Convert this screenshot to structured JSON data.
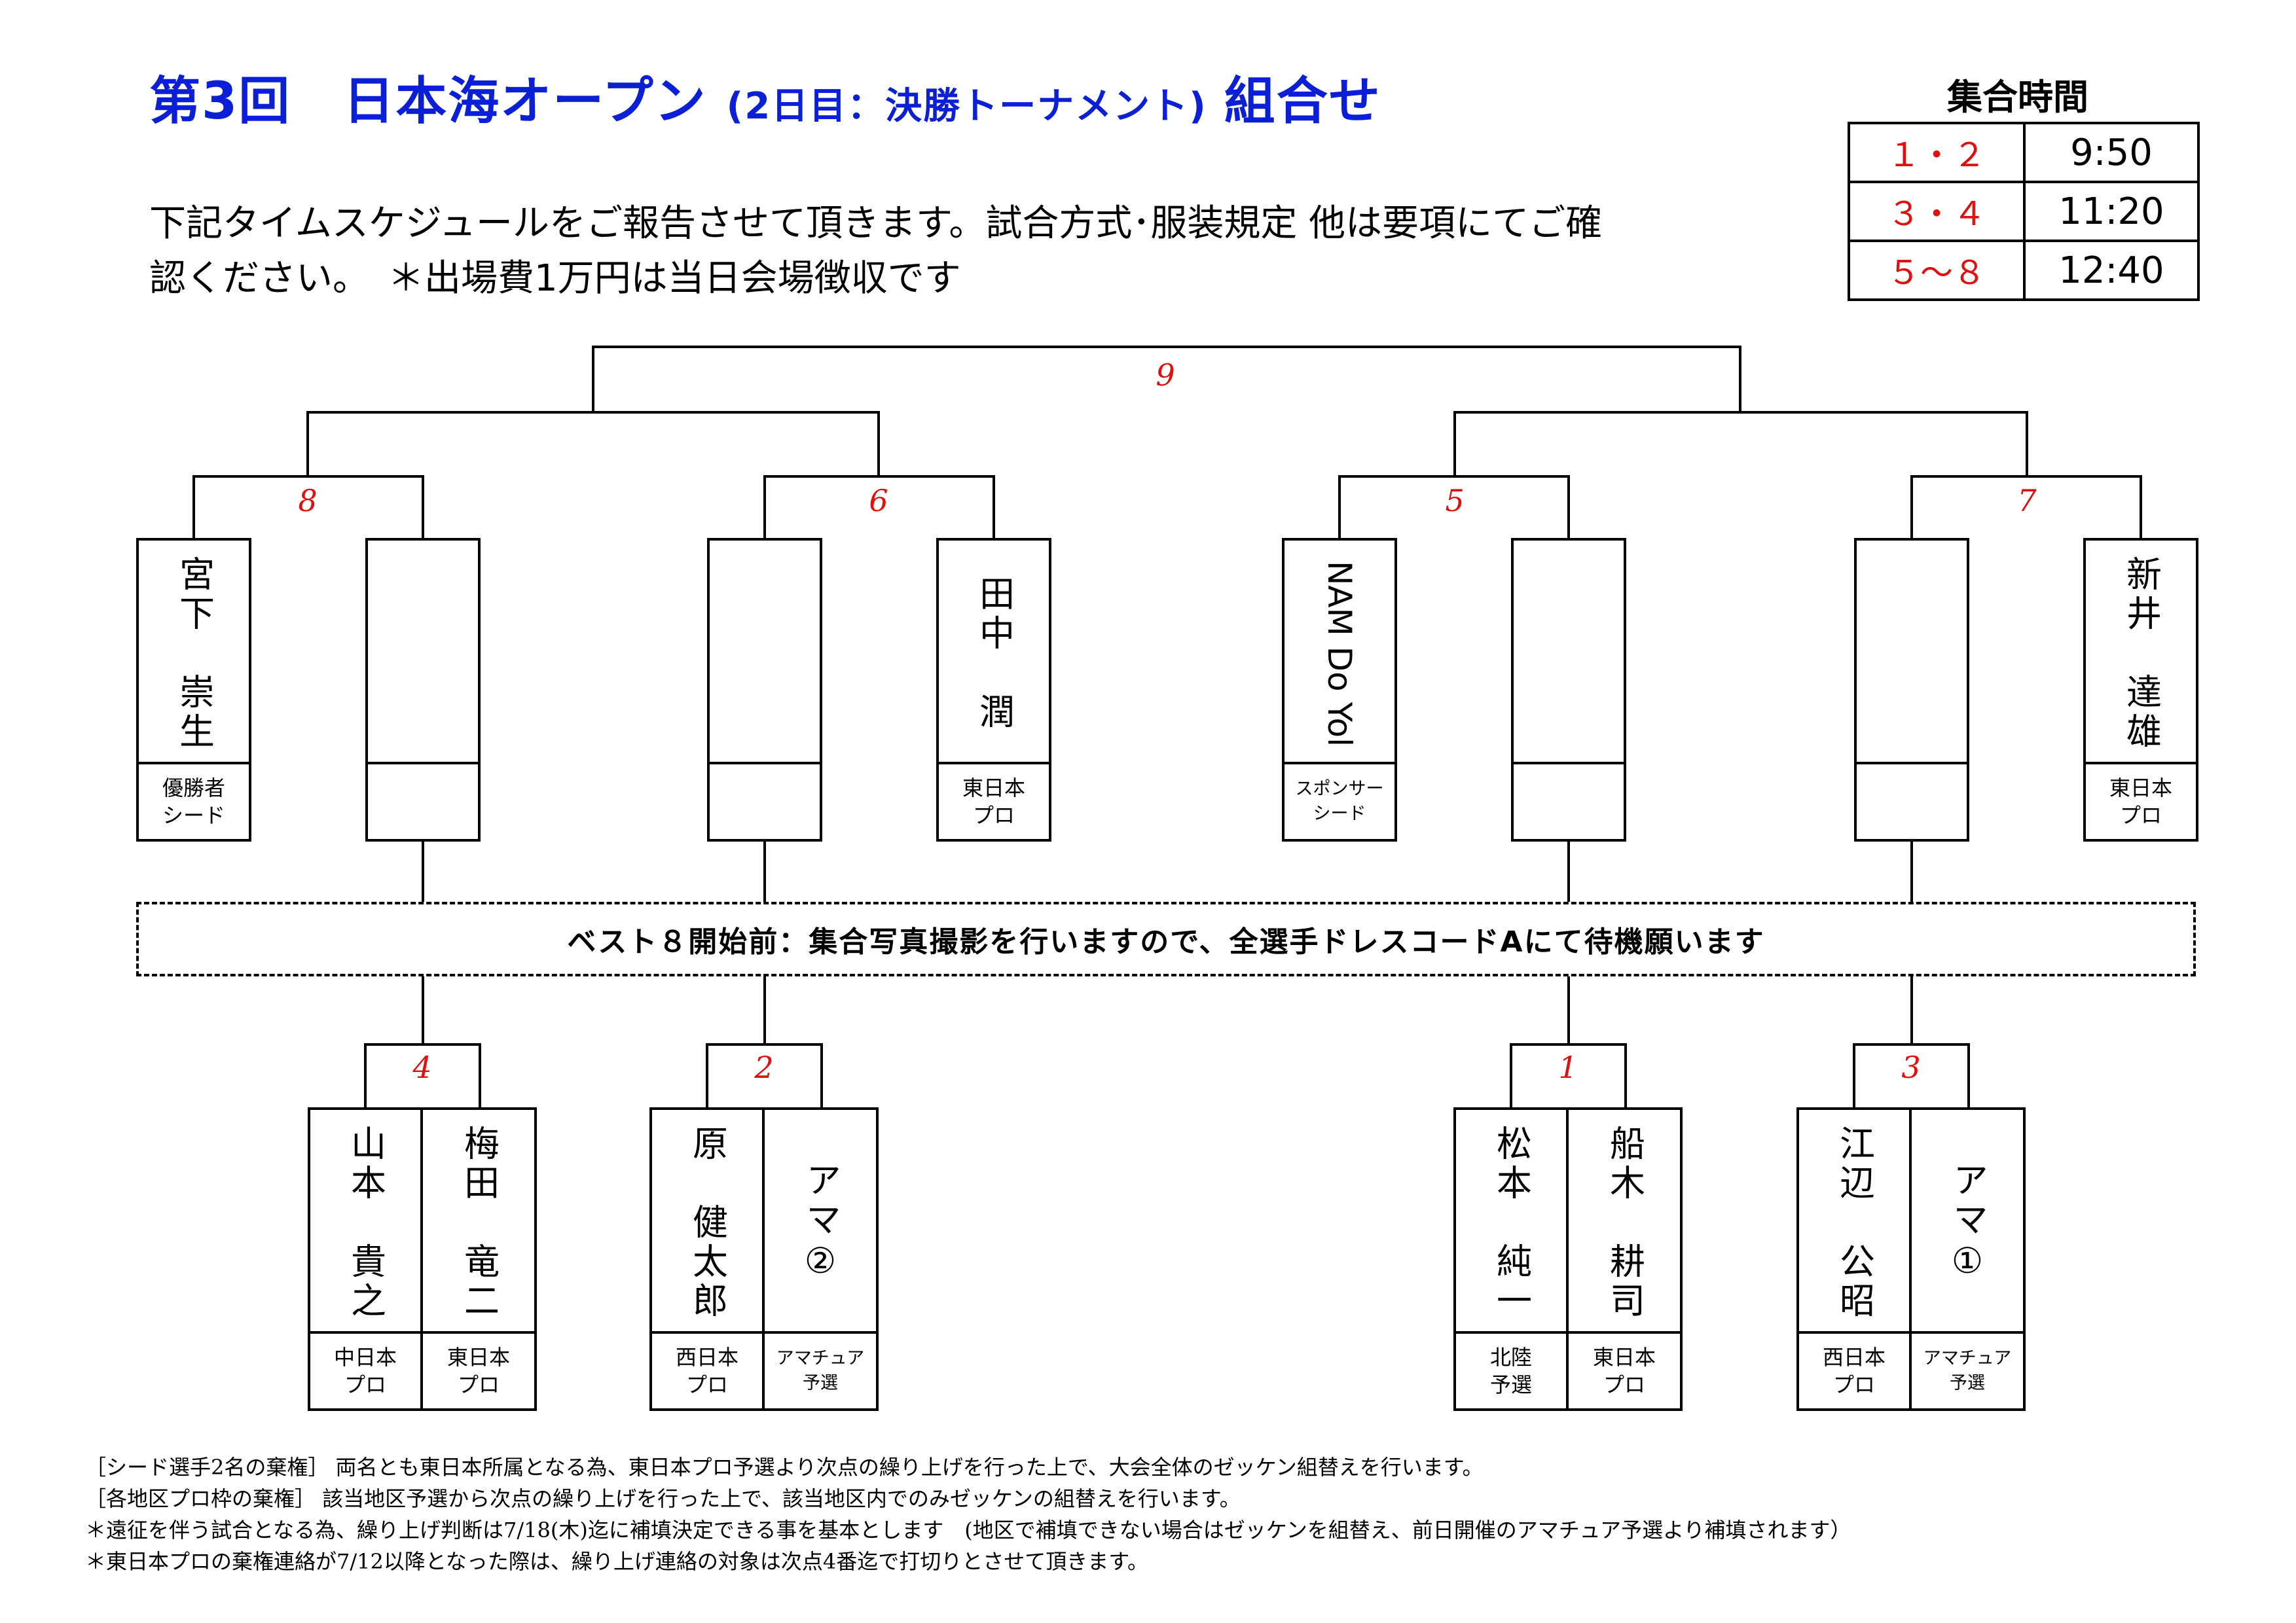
{
  "title": {
    "main": "第3回　日本海オープン",
    "sub": "(2日目：決勝トーナメント)",
    "suffix": "組合せ"
  },
  "intro": {
    "line1": "下記タイムスケジュールをご報告させて頂きます。試合方式･服装規定 他は要項にてご確",
    "line2": "認ください。　＊出場費1万円は当日会場徴収です"
  },
  "schedule": {
    "title": "集合時間",
    "rows": [
      {
        "group": "１・２",
        "time": "9:50"
      },
      {
        "group": "３・４",
        "time": "11:20"
      },
      {
        "group": "５～８",
        "time": "12:40"
      }
    ]
  },
  "matches": {
    "m1": "1",
    "m2": "2",
    "m3": "3",
    "m4": "4",
    "m5": "5",
    "m6": "6",
    "m7": "7",
    "m8": "8",
    "m9": "9"
  },
  "top_players": [
    {
      "name": "宮下　崇生",
      "category": "優勝者\nシード"
    },
    {
      "name": "",
      "category": ""
    },
    {
      "name": "",
      "category": ""
    },
    {
      "name": "田中　潤",
      "category": "東日本\nプロ"
    },
    {
      "name": "NAM Do Yol",
      "category": "スポンサー\nシード"
    },
    {
      "name": "",
      "category": ""
    },
    {
      "name": "",
      "category": ""
    },
    {
      "name": "新井　達雄",
      "category": "東日本\nプロ"
    }
  ],
  "bottom_players": [
    {
      "name": "山本　貴之",
      "category": "中日本\nプロ"
    },
    {
      "name": "梅田　竜二",
      "category": "東日本\nプロ"
    },
    {
      "name": "原　健太郎",
      "category": "西日本\nプロ"
    },
    {
      "name": "アマ②",
      "category": "アマチュア\n予選"
    },
    {
      "name": "松本　純一",
      "category": "北陸\n予選"
    },
    {
      "name": "船木　耕司",
      "category": "東日本\nプロ"
    },
    {
      "name": "江辺　公昭",
      "category": "西日本\nプロ"
    },
    {
      "name": "アマ①",
      "category": "アマチュア\n予選"
    }
  ],
  "notice": "ベスト８開始前：集合写真撮影を行いますので、全選手ドレスコードAにて待機願います",
  "footer": [
    "［シード選手2名の棄権］ 両名とも東日本所属となる為、東日本プロ予選より次点の繰り上げを行った上で、大会全体のゼッケン組替えを行います。",
    "［各地区プロ枠の棄権］ 該当地区予選から次点の繰り上げを行った上で、該当地区内でのみゼッケンの組替えを行います。",
    "＊遠征を伴う試合となる為、繰り上げ判断は7/18(木)迄に補填決定できる事を基本とします　(地区で補填できない場合はゼッケンを組替え、前日開催のアマチュア予選より補填されます）",
    "＊東日本プロの棄権連絡が7/12以降となった際は、繰り上げ連絡の対象は次点4番迄で打切りとさせて頂きます。"
  ]
}
